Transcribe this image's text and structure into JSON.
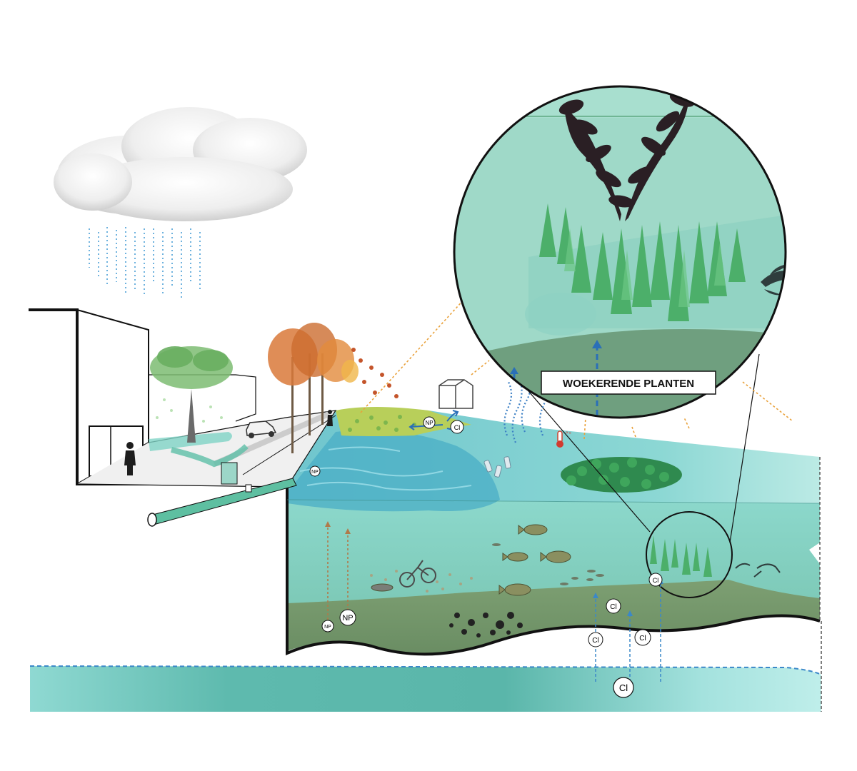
{
  "callout": {
    "label": "WOEKERENDE PLANTEN"
  },
  "markers": {
    "np": "NP",
    "cl": "Cl"
  },
  "colors": {
    "water_teal": "#7fd3c6",
    "deep_water": "#5fb8ad",
    "sediment": "#7e9f72",
    "groundwater": "#59b9ad",
    "plant_green": "#4caf6a",
    "dark_plant": "#2a1f24",
    "autumn_orange": "#d9793a",
    "nutrient_brown": "#b07a4a",
    "chloride_blue": "#3b88c9",
    "outline": "#111111"
  },
  "icons": [
    "cloud-icon",
    "rain-icon",
    "tree-icon",
    "car-icon",
    "person-icon",
    "house-icon",
    "thermometer-icon",
    "fish-icon",
    "crayfish-icon",
    "bicycle-icon",
    "bottle-icon",
    "stone-icon",
    "pipe-icon"
  ]
}
